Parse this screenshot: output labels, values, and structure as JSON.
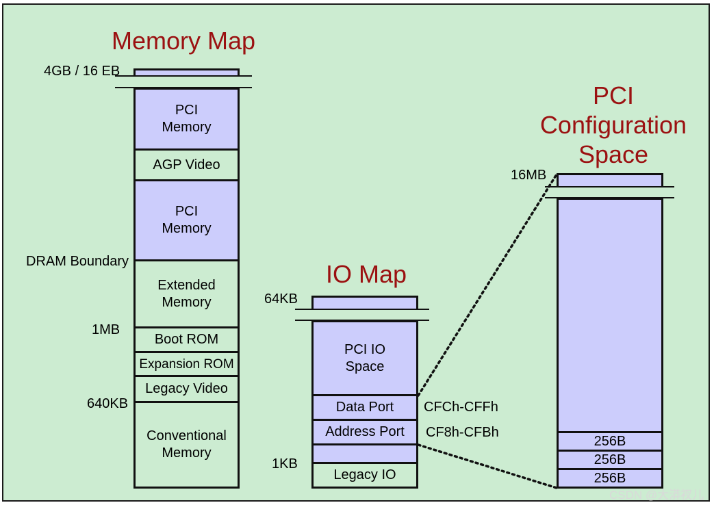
{
  "titles": {
    "memory_map": "Memory Map",
    "io_map": "IO Map",
    "pci_config": [
      "PCI",
      "Configuration",
      "Space"
    ]
  },
  "memory_map": {
    "top_label": "4GB / 16 EB",
    "blocks": [
      {
        "text": "PCI\nMemory"
      },
      {
        "text": "AGP Video"
      },
      {
        "text": "PCI\nMemory"
      },
      {
        "text": "Extended\nMemory"
      },
      {
        "text": "Boot ROM"
      },
      {
        "text": "Expansion ROM"
      },
      {
        "text": "Legacy Video"
      },
      {
        "text": "Conventional\nMemory"
      }
    ],
    "labels": {
      "dram": "DRAM Boundary",
      "one_mb": "1MB",
      "k640": "640KB"
    }
  },
  "io_map": {
    "top_label": "64KB",
    "blocks": [
      {
        "text": "PCI IO\nSpace"
      },
      {
        "text": "Data Port"
      },
      {
        "text": "Address Port"
      },
      {
        "text": ""
      },
      {
        "text": "Legacy IO"
      }
    ],
    "labels": {
      "data_port_range": "CFCh-CFFh",
      "address_port_range": "CF8h-CFBh",
      "one_kb": "1KB"
    }
  },
  "pci_config": {
    "top_label": "16MB",
    "blocks": [
      "256B",
      "256B",
      "256B"
    ]
  },
  "watermark": "CSDN @大漭衩儿",
  "colors": {
    "background": "#ccecd1",
    "block_fill": "#cccdfc",
    "title": "#9b1111"
  }
}
